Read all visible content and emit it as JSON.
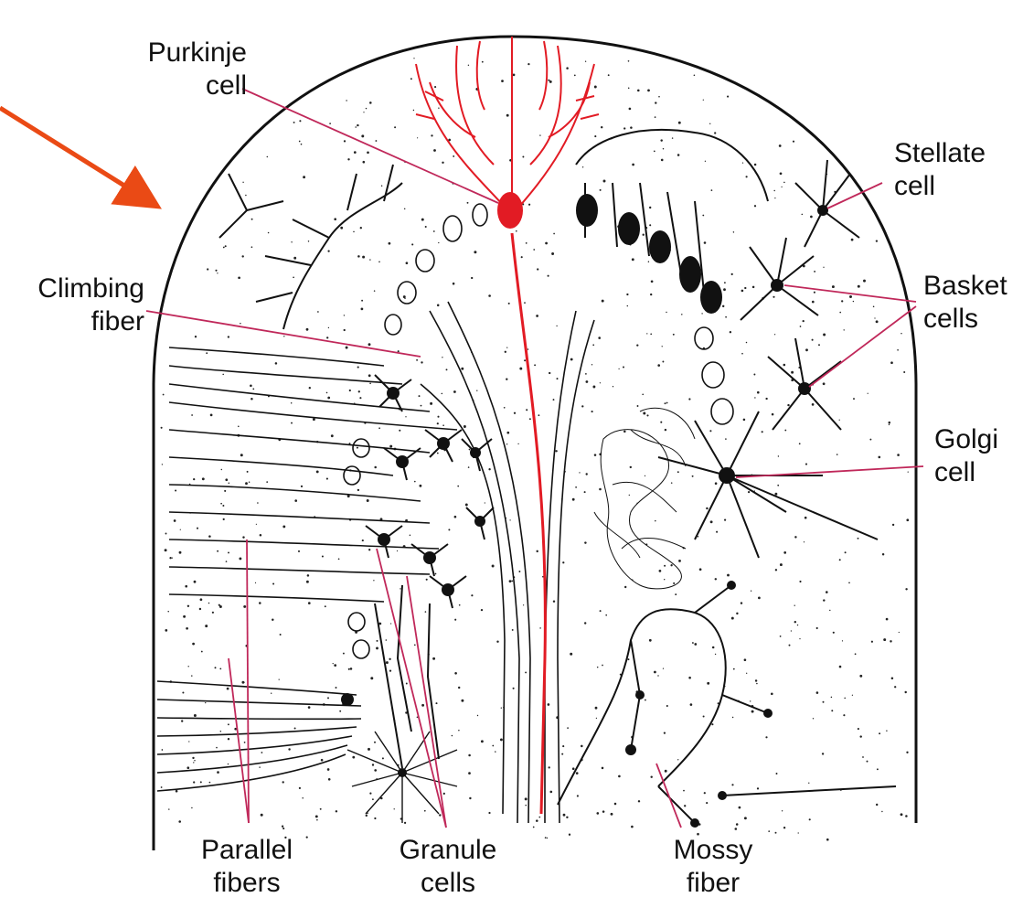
{
  "colors": {
    "ink": "#111111",
    "purkinje": "#e21b24",
    "leader": "#c0285a",
    "arrow": "#ea4a15",
    "background": "#ffffff"
  },
  "labels": {
    "purkinje": {
      "line1": "Purkinje",
      "line2": "cell"
    },
    "climbing": {
      "line1": "Climbing",
      "line2": "fiber"
    },
    "stellate": {
      "line1": "Stellate",
      "line2": "cell"
    },
    "basket": {
      "line1": "Basket",
      "line2": "cells"
    },
    "golgi": {
      "line1": "Golgi",
      "line2": "cell"
    },
    "parallel": {
      "line1": "Parallel",
      "line2": "fibers"
    },
    "granule": {
      "line1": "Granule",
      "line2": "cells"
    },
    "mossy": {
      "line1": "Mossy",
      "line2": "fiber"
    }
  },
  "icons": {
    "pointer_arrow": "arrow-icon"
  }
}
